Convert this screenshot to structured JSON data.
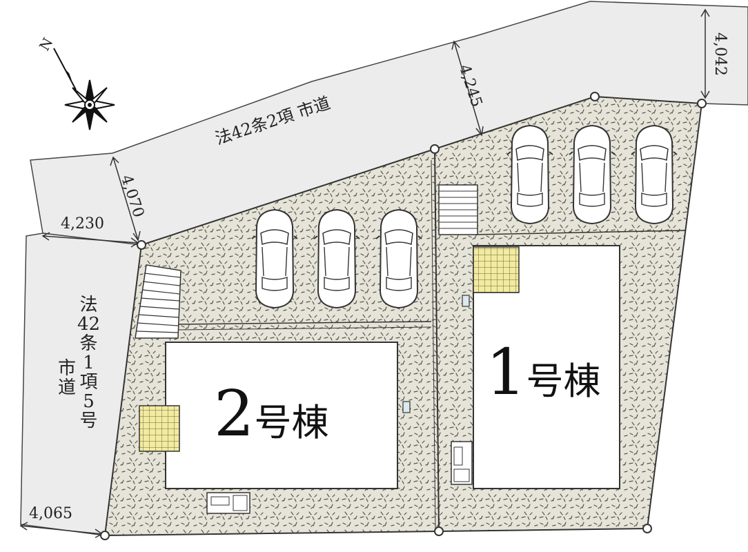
{
  "north_label": "N",
  "roads": {
    "top": "法42条2項 市道",
    "left_lines": [
      "法",
      "42",
      "条",
      "1",
      "項",
      "5",
      "号"
    ],
    "left_lines_2": [
      "市",
      "道"
    ]
  },
  "dimensions": {
    "d1": "4,042",
    "d2": "4,245",
    "d3": "4,070",
    "d4": "4,230",
    "d5": "4,065"
  },
  "buildings": [
    {
      "num": "1",
      "suffix": "号棟"
    },
    {
      "num": "2",
      "suffix": "号棟"
    }
  ],
  "parking_spaces": 6,
  "colors": {
    "lot_fill": "#e6e4d8",
    "road_fill": "#ececec",
    "building_fill": "#ffffff",
    "line": "#333333",
    "deck_fill": "#f2eba0"
  }
}
